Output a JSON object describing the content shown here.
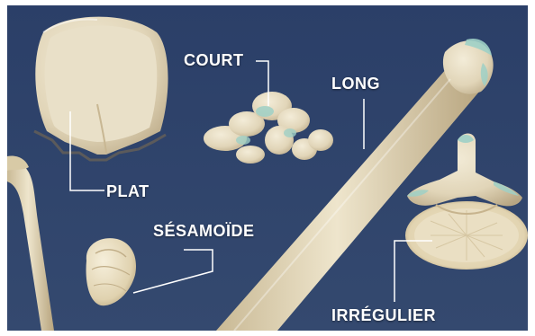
{
  "labels": {
    "plat": "PLAT",
    "court": "COURT",
    "long": "LONG",
    "sesamoide": "SÉSAMOÏDE",
    "irregulier": "IRRÉGULIER"
  },
  "colors": {
    "background_top": "#2c416a",
    "background_bottom": "#33486f",
    "bone": "#e6dcc1",
    "bone_shadow": "#b9a785",
    "cartilage": "#9fd0c6",
    "label_text": "#ffffff",
    "leader_line": "#ffffff"
  },
  "icons": [
    "flat-bone",
    "short-bone",
    "long-bone",
    "sesamoid-bone",
    "irregular-bone"
  ]
}
